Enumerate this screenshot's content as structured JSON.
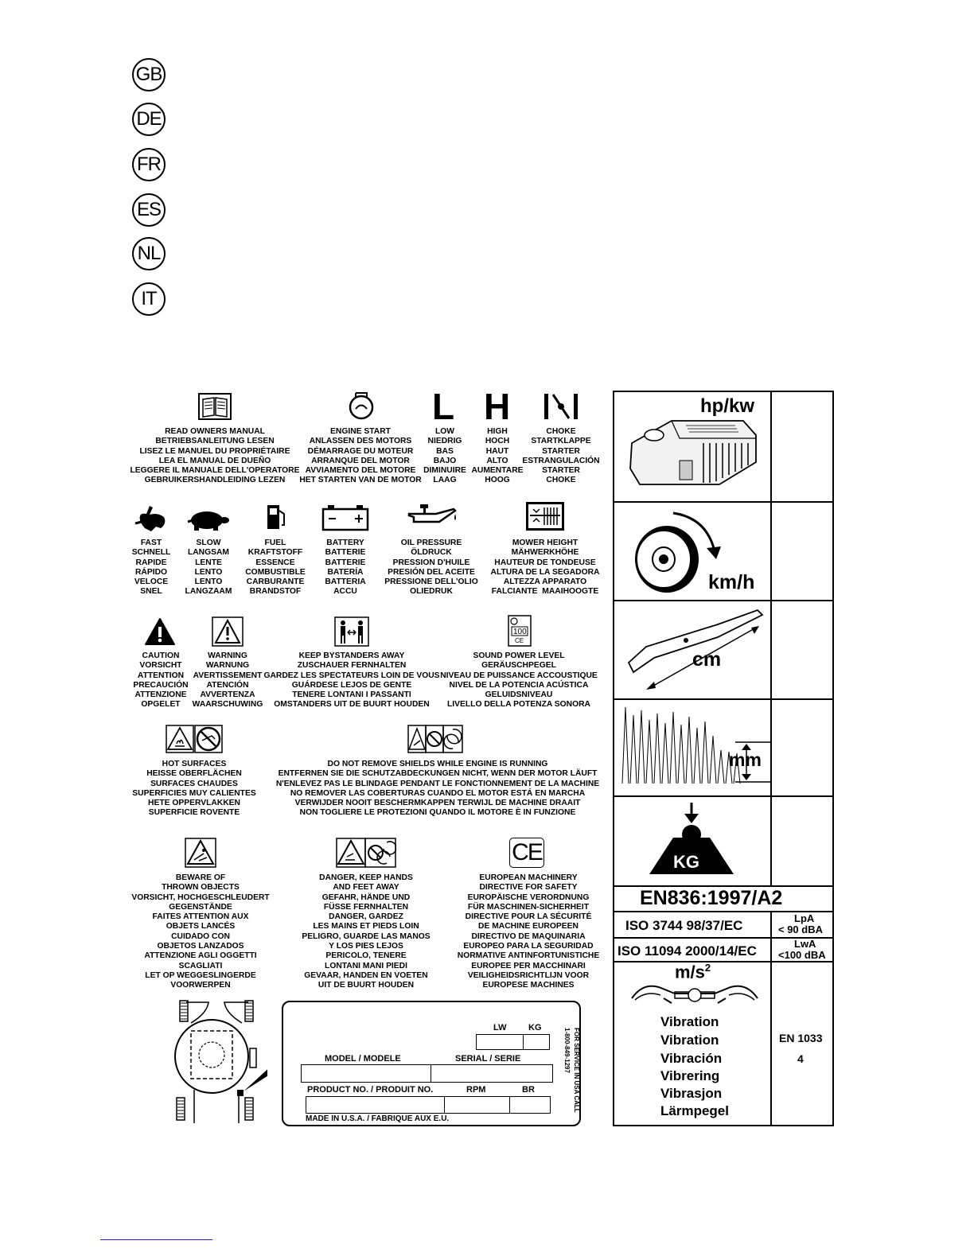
{
  "languages": [
    "GB",
    "DE",
    "FR",
    "ES",
    "NL",
    "IT"
  ],
  "symbols_row1": {
    "manual": "READ OWNERS MANUAL\nBETRIEBSANLEITUNG LESEN\nLISEZ LE MANUEL DU PROPRIÉTAIRE\nLEA EL MANUAL DE DUEÑO\nLEGGERE IL MANUALE DELL'OPERATORE\nGEBRUIKERSHANDLEIDING LEZEN",
    "engine_start": "ENGINE START\nANLASSEN DES MOTORS\nDÉMARRAGE DU MOTEUR\nARRANQUE DEL MOTOR\nAVVIAMENTO DEL MOTORE\nHET STARTEN VAN DE MOTOR",
    "low_letter": "L",
    "low": "LOW\nNIEDRIG\nBAS\nBAJO\nDIMINUIRE\nLAAG",
    "high_letter": "H",
    "high": "HIGH\nHOCH\nHAUT\nALTO\nAUMENTARE\nHOOG",
    "choke": "CHOKE\nSTARTKLAPPE\nSTARTER\nESTRANGULACIÓN\nSTARTER\nCHOKE"
  },
  "symbols_row2": {
    "fast": "FAST\nSCHNELL\nRAPIDE\nRÁPIDO\nVELOCE\nSNEL",
    "slow": "SLOW\nLANGSAM\nLENTE\nLENTO\nLENTO\nLANGZAAM",
    "fuel": "FUEL\nKRAFTSTOFF\nESSENCE\nCOMBUSTIBLE\nCARBURANTE\nBRANDSTOF",
    "battery": "BATTERY\nBATTERIE\nBATTERIE\nBATERÍA\nBATTERIA\nACCU",
    "oil": "OIL PRESSURE\nÖLDRUCK\nPRESSION D'HUILE\nPRESIÓN DEL ACEITE\nPRESSIONE DELL'OLIO\nOLIEDRUK",
    "mower_height": "MOWER HEIGHT\nMÄHWERKHÖHE\nHAUTEUR DE TONDEUSE\nALTURA DE LA SEGADORA\nALTEZZA APPARATO\nFALCIANTE  MAAIHOOGTE"
  },
  "symbols_row3": {
    "caution": "CAUTION\nVORSICHT\nATTENTION\nPRECAUCIÓN\nATTENZIONE\nOPGELET",
    "warning": "WARNING\nWARNUNG\nAVERTISSEMENT\nATENCIÓN\nAVVERTENZA\nWAARSCHUWING",
    "bystanders": "KEEP BYSTANDERS AWAY\nZUSCHAUER FERNHALTEN\nGARDEZ LES SPECTATEURS LOIN DE VOUS\nGUÁRDESE LEJOS DE GENTE\nTENERE LONTANI I PASSANTI\nOMSTANDERS UIT DE BUURT HOUDEN",
    "sound": "SOUND POWER LEVEL\nGERÄUSCHPEGEL\nNIVEAU DE PUISSANCE ACCOUSTIQUE\nNIVEL DE LA POTENCIA ACÚSTICA\nGELUIDSNIVEAU\nLIVELLO DELLA POTENZA SONORA",
    "sound_icon_value": "100"
  },
  "symbols_row4": {
    "hot": "HOT SURFACES\nHEISSE OBERFLÄCHEN\nSURFACES CHAUDES\nSUPERFICIES MUY CALIENTES\nHETE OPPERVLAKKEN\nSUPERFICIE ROVENTE",
    "shields": "DO NOT REMOVE SHIELDS WHILE ENGINE IS RUNNING\nENTFERNEN SIE DIE SCHUTZABDECKUNGEN NICHT, WENN DER MOTOR LÄUFT\nN'ENLEVEZ PAS LE BLINDAGE PENDANT LE FONCTIONNEMENT DE LA MACHINE\nNO REMOVER LAS COBERTURAS CUANDO EL MOTOR ESTÁ EN MARCHA\nVERWIJDER NOOIT BESCHERMKAPPEN TERWIJL DE MACHINE DRAAIT\nNON TOGLIERE LE PROTEZIONI QUANDO IL MOTORE È IN FUNZIONE"
  },
  "symbols_row5": {
    "thrown": "BEWARE OF\nTHROWN OBJECTS\nVORSICHT, HOCHGESCHLEUDERT\nGEGENSTÄNDE\nFAITES ATTENTION AUX\nOBJETS LANCÉS\nCUIDADO CON\nOBJETOS LANZADOS\nATTENZIONE AGLI OGGETTI\nSCAGLIATI\nLET OP WEGGESLINGERDE\nVOORWERPEN",
    "hands": "DANGER, KEEP HANDS\nAND FEET AWAY\nGEFAHR, HÄNDE UND\nFÜSSE FERNHALTEN\nDANGER, GARDEZ\nLES MAINS ET PIEDS LOIN\nPELIGRO, GUARDE LAS MANOS\nY LOS PIES LEJOS\nPERICOLO, TENERE\nLONTANI MANI PIEDI\nGEVAAR, HANDEN EN VOETEN\nUIT DE BUURT HOUDEN",
    "ce_mark": "CE",
    "ce": "EUROPEAN MACHINERY\nDIRECTIVE FOR SAFETY\nEUROPÄISCHE VERORDNUNG\nFÜR MASCHINEN-SICHERHEIT\nDIRECTIVE POUR LA SÉCURITÉ\nDE MACHINE EUROPEEN\nDIRECTIVO DE MAQUINARIA\nEUROPEO PARA LA SEGURIDAD\nNORMATIVE ANTINFORTUNISTICHE\nEUROPEE PER MACCHINARI\nVEILIGHEIDSRICHTLIJN VOOR\nEUROPESE MACHINES"
  },
  "plate": {
    "lw": "LW",
    "kg": "KG",
    "model": "MODEL / MODELE",
    "serial": "SERIAL / SERIE",
    "product": "PRODUCT NO. / PRODUIT NO.",
    "rpm": "RPM",
    "br": "BR",
    "made_in": "MADE IN U.S.A. / FABRIQUE AUX E.U.",
    "service_line1": "FOR SERVICE IN USA CALL",
    "service_line2": "1-800-849-1297"
  },
  "table": {
    "power": "hp/kw",
    "speed": "km/h",
    "cut": "cm",
    "height": "mm",
    "weight": "KG",
    "standard": "EN836:1997/A2",
    "iso1": "ISO 3744   98/37/EC",
    "iso1_val_line1": "LpA",
    "iso1_val_line2": "< 90 dBA",
    "iso2": "ISO 11094 2000/14/EC",
    "iso2_val_line1": "LwA",
    "iso2_val_line2": "<100 dBA",
    "vib_unit": "m/s",
    "vib_exp": "2",
    "vibration": [
      "Vibration",
      "Vibration",
      "Vibración",
      "Vibrering",
      "Vibrasjon",
      "Lärmpegel"
    ],
    "vib_standard": "EN 1033",
    "vib_value": "4"
  }
}
